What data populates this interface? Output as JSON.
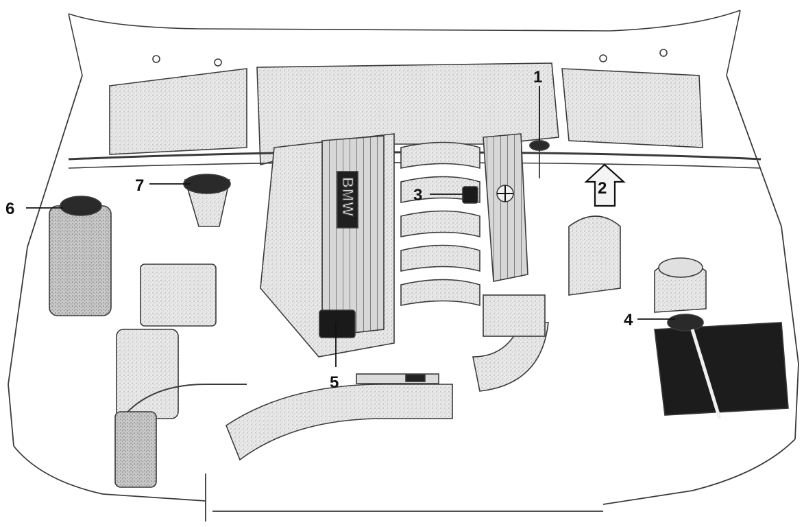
{
  "diagram": {
    "kind": "engine compartment line drawing",
    "logo_text": "BMW",
    "colors": {
      "ink": "#111111",
      "line": "#3a3a3a",
      "shade": "#cfcfcf",
      "light_shade": "#e6e6e6",
      "dark_part": "#1a1a1a",
      "paper": "#ffffff"
    }
  },
  "callouts": [
    {
      "id": "1",
      "label": "1"
    },
    {
      "id": "2",
      "label": "2"
    },
    {
      "id": "3",
      "label": "3"
    },
    {
      "id": "4",
      "label": "4"
    },
    {
      "id": "5",
      "label": "5"
    },
    {
      "id": "6",
      "label": "6"
    },
    {
      "id": "7",
      "label": "7"
    }
  ]
}
